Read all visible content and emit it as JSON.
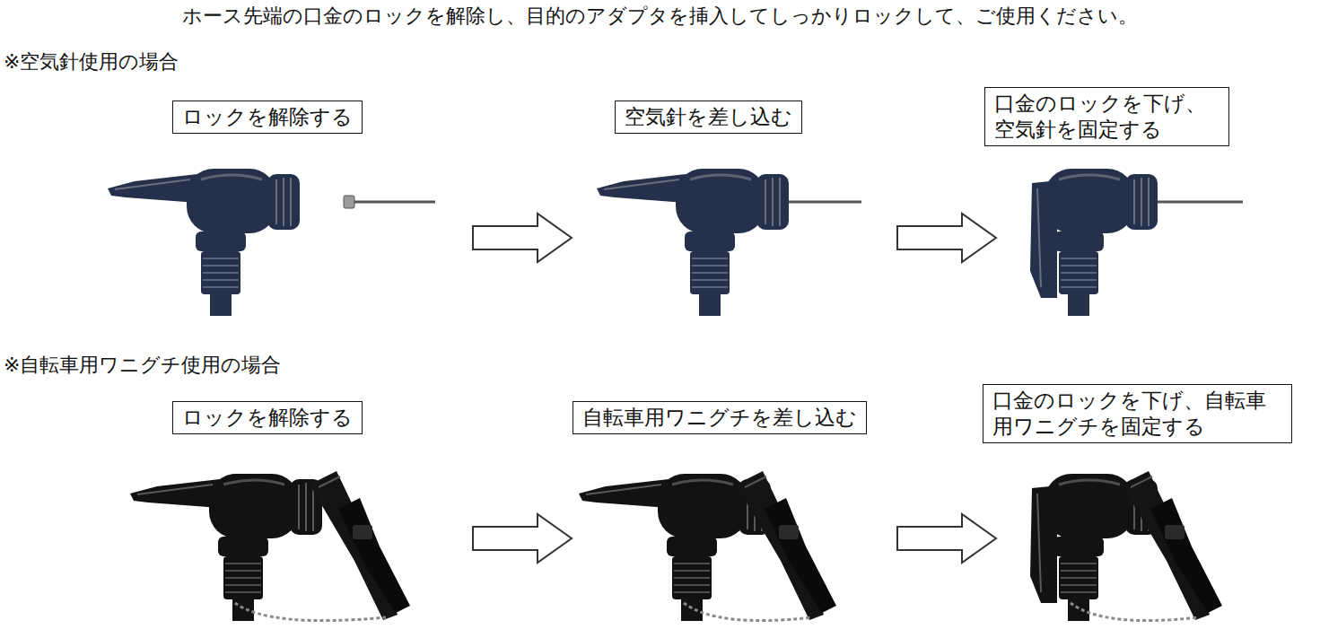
{
  "diagram": {
    "title": "ホース先端の口金のロックを解除し、目的のアダプタを挿入してしっかりロックして、ご使用ください。",
    "nodes": [
      {
        "text": [
          "ロックを解除する"
        ]
      },
      {
        "text": [
          "空気針を差し込む"
        ]
      },
      {
        "text": [
          "口金のロックを下げ、 空気針を固定する"
        ]
      },
      {
        "text": [
          "ロックを解除する"
        ]
      },
      {
        "text": [
          "自転車用ワニグチを差し込む"
        ]
      },
      {
        "text": [
          "口金のロックを下げ、自転車 用ワニグチを固定する"
        ]
      }
    ],
    "labels": [
      "※空気針使用の場合",
      "※自転車用ワニグチ使用の場合"
    ]
  }
}
